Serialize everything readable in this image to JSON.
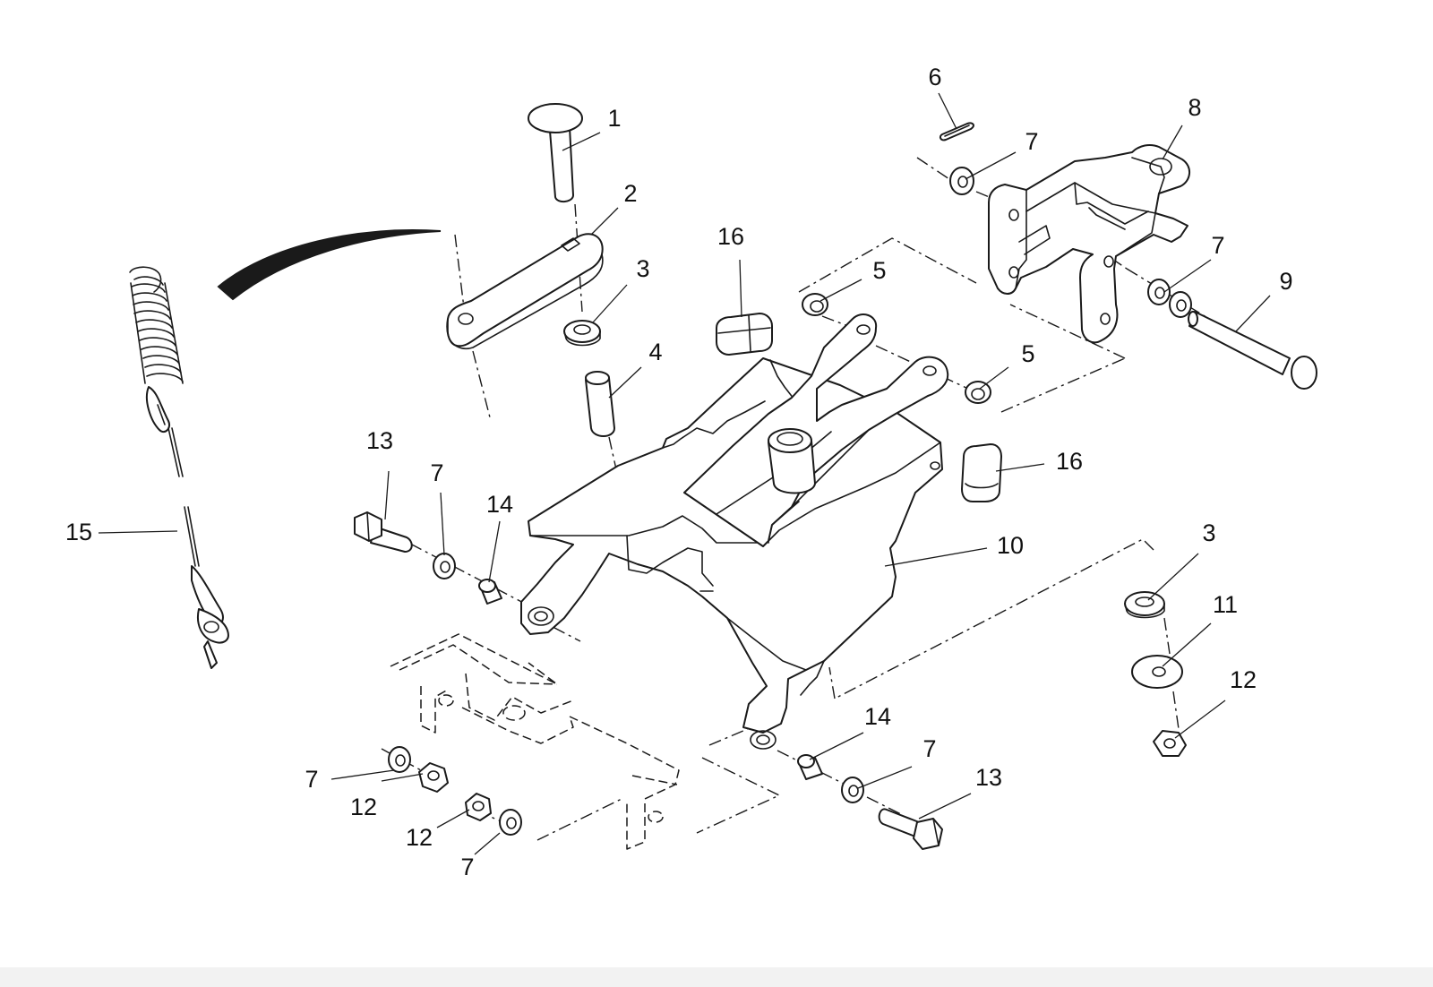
{
  "diagram": {
    "callouts": [
      {
        "id": "c1",
        "label": "1"
      },
      {
        "id": "c2",
        "label": "2"
      },
      {
        "id": "c3a",
        "label": "3"
      },
      {
        "id": "c4",
        "label": "4"
      },
      {
        "id": "c5a",
        "label": "5"
      },
      {
        "id": "c5b",
        "label": "5"
      },
      {
        "id": "c6",
        "label": "6"
      },
      {
        "id": "c7a",
        "label": "7"
      },
      {
        "id": "c7b",
        "label": "7"
      },
      {
        "id": "c7c",
        "label": "7"
      },
      {
        "id": "c7d",
        "label": "7"
      },
      {
        "id": "c7e",
        "label": "7"
      },
      {
        "id": "c7f",
        "label": "7"
      },
      {
        "id": "c8",
        "label": "8"
      },
      {
        "id": "c9",
        "label": "9"
      },
      {
        "id": "c10",
        "label": "10"
      },
      {
        "id": "c11",
        "label": "11"
      },
      {
        "id": "c12a",
        "label": "12"
      },
      {
        "id": "c12b",
        "label": "12"
      },
      {
        "id": "c12c",
        "label": "12"
      },
      {
        "id": "c13a",
        "label": "13"
      },
      {
        "id": "c13b",
        "label": "13"
      },
      {
        "id": "c14a",
        "label": "14"
      },
      {
        "id": "c14b",
        "label": "14"
      },
      {
        "id": "c15",
        "label": "15"
      },
      {
        "id": "c16a",
        "label": "16"
      },
      {
        "id": "c16b",
        "label": "16"
      },
      {
        "id": "c3b",
        "label": "3"
      }
    ]
  }
}
